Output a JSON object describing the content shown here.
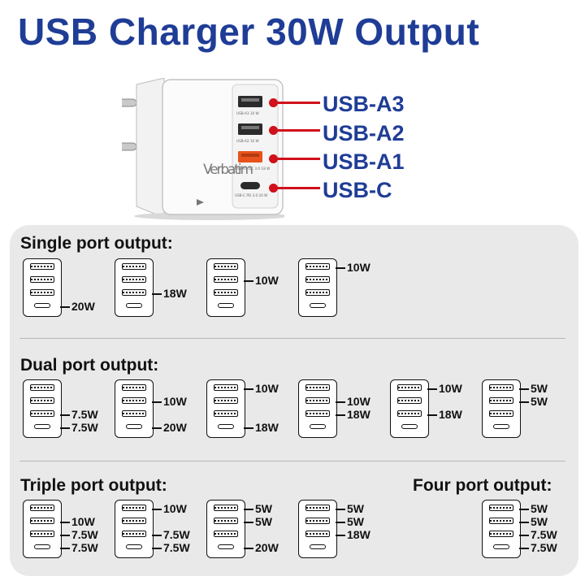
{
  "title": "USB Charger 30W Output",
  "brand": "Verbatim",
  "port_labels": [
    "USB-A3",
    "USB-A2",
    "USB-A1",
    "USB-C"
  ],
  "port_print": [
    "USB-A3 10 W",
    "USB-A2 10 W",
    "USB-A1 QC 3.0 18 W",
    "USB-C PD 3.0 20 W"
  ],
  "sections": {
    "single": "Single port output:",
    "dual": "Dual port output:",
    "triple": "Triple port output:",
    "four": "Four port output:"
  },
  "configs": {
    "single": [
      {
        "A3": "",
        "A2": "",
        "A1": "",
        "C": "20W"
      },
      {
        "A3": "",
        "A2": "",
        "A1": "18W",
        "C": ""
      },
      {
        "A3": "",
        "A2": "10W",
        "A1": "",
        "C": ""
      },
      {
        "A3": "10W",
        "A2": "",
        "A1": "",
        "C": ""
      }
    ],
    "dual": [
      {
        "A3": "",
        "A2": "",
        "A1": "7.5W",
        "C": "7.5W"
      },
      {
        "A3": "",
        "A2": "10W",
        "A1": "",
        "C": "20W"
      },
      {
        "A3": "10W",
        "A2": "",
        "A1": "",
        "C": "18W"
      },
      {
        "A3": "",
        "A2": "10W",
        "A1": "18W",
        "C": ""
      },
      {
        "A3": "10W",
        "A2": "",
        "A1": "18W",
        "C": ""
      },
      {
        "A3": "5W",
        "A2": "5W",
        "A1": "",
        "C": ""
      }
    ],
    "triple": [
      {
        "A3": "",
        "A2": "10W",
        "A1": "7.5W",
        "C": "7.5W"
      },
      {
        "A3": "10W",
        "A2": "",
        "A1": "7.5W",
        "C": "7.5W"
      },
      {
        "A3": "5W",
        "A2": "5W",
        "A1": "",
        "C": "20W"
      },
      {
        "A3": "5W",
        "A2": "5W",
        "A1": "18W",
        "C": ""
      }
    ],
    "four": [
      {
        "A3": "5W",
        "A2": "5W",
        "A1": "7.5W",
        "C": "7.5W"
      }
    ]
  },
  "colors": {
    "title": "#1f3d96",
    "leader": "#d0111b",
    "panel": "#e9e9ea",
    "port_orange": "#e8521c"
  }
}
